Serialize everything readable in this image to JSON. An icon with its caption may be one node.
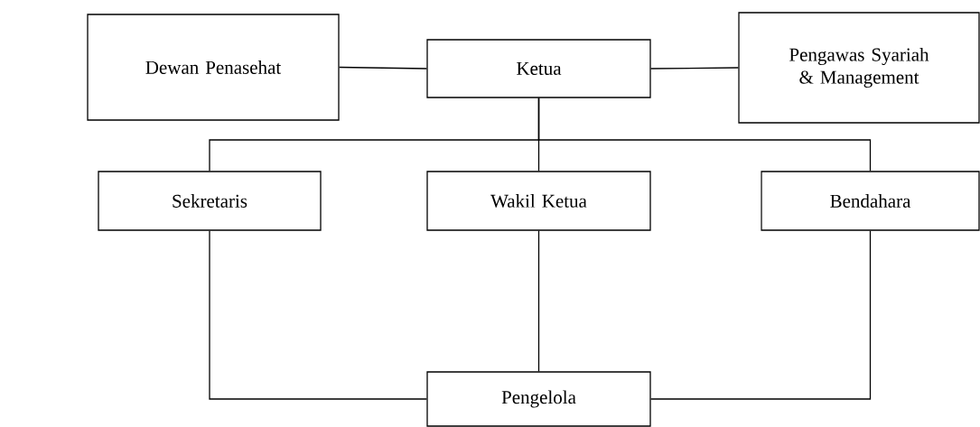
{
  "diagram": {
    "nodes": [
      {
        "text": [
          "Dewan Penasehat"
        ]
      },
      {
        "text": [
          "Ketua"
        ]
      },
      {
        "text": [
          "Pengawas Syariah & Management"
        ]
      },
      {
        "text": [
          "Sekretaris"
        ]
      },
      {
        "text": [
          "Wakil Ketua"
        ]
      },
      {
        "text": [
          "Bendahara"
        ]
      },
      {
        "text": [
          "Pengelola"
        ]
      }
    ],
    "edges": [
      {
        "from": 0,
        "to": 1,
        "arrow": "none"
      },
      {
        "from": 1,
        "to": 2,
        "arrow": "none"
      },
      {
        "from": 1,
        "to": 3,
        "arrow": "none"
      },
      {
        "from": 1,
        "to": 4,
        "arrow": "none"
      },
      {
        "from": 1,
        "to": 5,
        "arrow": "none"
      },
      {
        "from": 4,
        "to": 6,
        "arrow": "none"
      },
      {
        "from": 3,
        "to": 6,
        "arrow": "none"
      },
      {
        "from": 5,
        "to": 6,
        "arrow": "none"
      }
    ]
  }
}
